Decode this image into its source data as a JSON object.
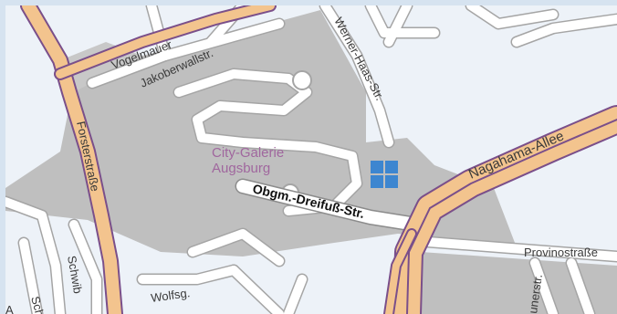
{
  "map": {
    "colors": {
      "background": "#edf2f8",
      "area": "#bfbfbf",
      "minor_road": "#ffffff",
      "minor_road_edge": "#a5a5a5",
      "major_road_fill": "#f3c48e",
      "major_road_edge": "#7a4f8a",
      "marker": "#3d86d0"
    },
    "streets": {
      "vogelmauer": "Vogelmauer",
      "jakoberwallstr": "Jakoberwallstr.",
      "werner_haas": "Werner-Haas-Str.",
      "nagahama": "Nagahama-Allee",
      "forster": "Forsterstraße",
      "dreifuss": "Obgm.-Dreifuß-Str.",
      "provino": "Provinostraße",
      "wolfsg": "Wolfsg.",
      "schwib": "Schwib",
      "sch": "Sch",
      "unerstr": "unerstr.",
      "edge_a": "A"
    },
    "poi": {
      "line1": "City-Galerie",
      "line2": "Augsburg"
    },
    "marker_icon": "windows-grid-icon"
  }
}
